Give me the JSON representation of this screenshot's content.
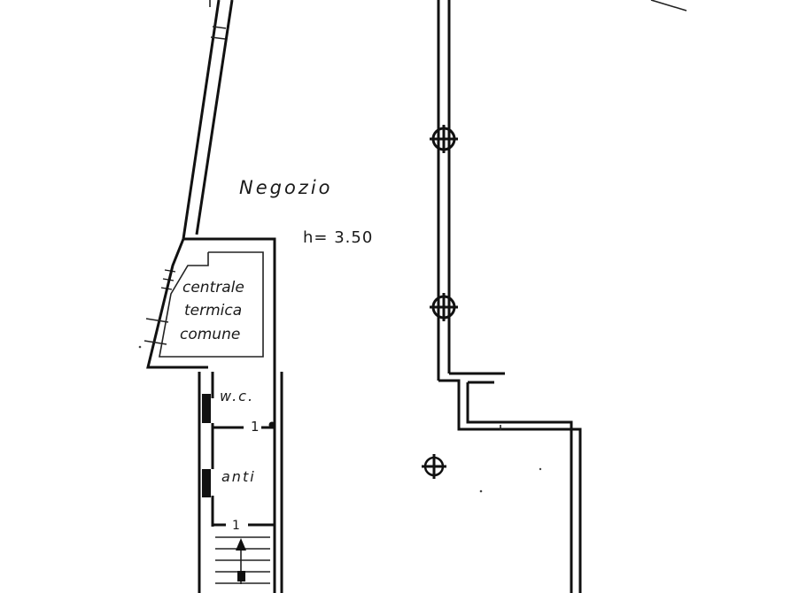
{
  "plan": {
    "room_label": "Negozio",
    "height_label": "h= 3.50",
    "technical_room": {
      "line1": "centrale",
      "line2": "termica",
      "line3": "comune"
    },
    "wc_label": "w.c.",
    "anteroom_label": "anti",
    "door_number_wc": "1",
    "door_number_stairs": "1"
  }
}
